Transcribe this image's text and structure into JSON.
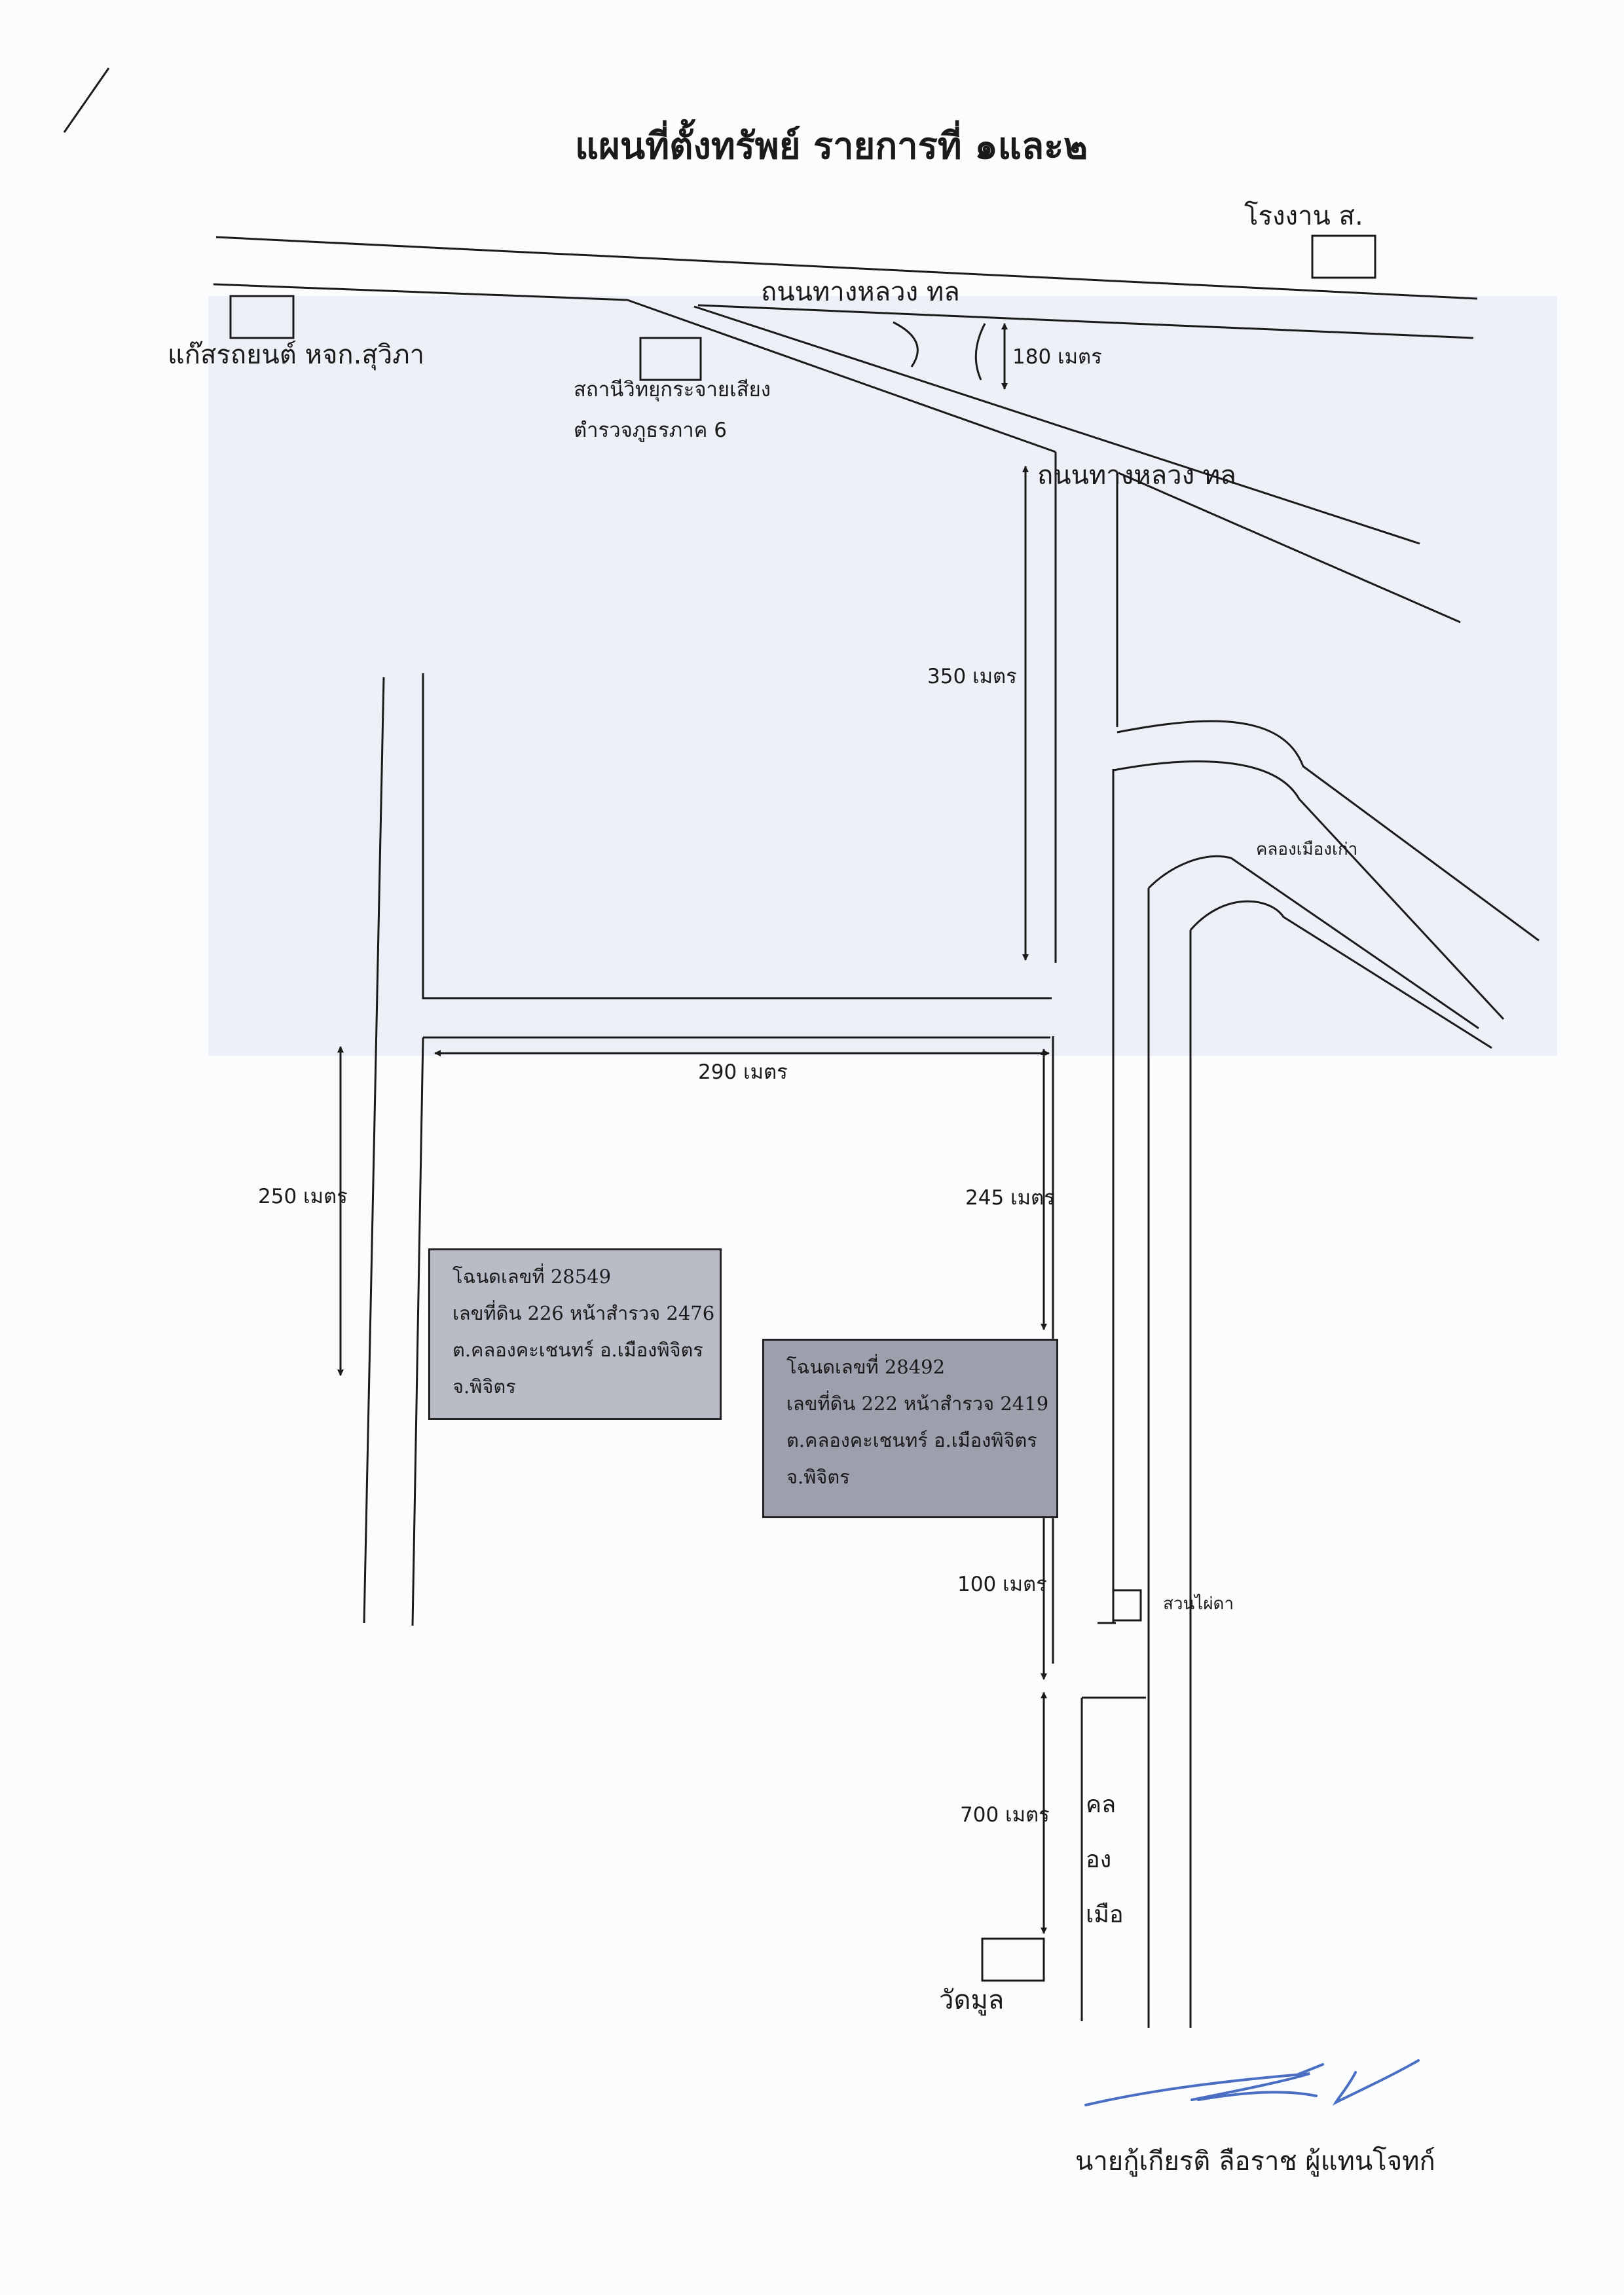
{
  "title": "แผนที่ตั้งทรัพย์ รายการที่ ๑และ๒",
  "labels": {
    "factory": "โรงงาน ส.",
    "highway_1": "ถนนทางหลวง ทล",
    "gas_shop": "แก๊สรถยนต์ หจก.สุวิภา",
    "radio_line1": "สถานีวิทยุกระจายเสียง",
    "radio_line2": "ตำรวจภูธรภาค 6",
    "highway_2": "ถนนทางหลวง ทล",
    "dist_180": "180 เมตร",
    "dist_350": "350 เมตร",
    "canal_old": "คลองเมืองเก่า",
    "dist_290": "290 เมตร",
    "dist_250": "250 เมตร",
    "dist_245": "245 เมตร",
    "dist_100": "100 เมตร",
    "dist_700": "700 เมตร",
    "orchard": "สวนไผ่ดา",
    "canal_v1": "คล",
    "canal_v2": "อง",
    "canal_v3": "เมือ",
    "temple": "วัดมูล"
  },
  "parcels": [
    {
      "line1": "โฉนดเลขที่ 28549",
      "line2": "เลขที่ดิน 226 หน้าสำรวจ 2476",
      "line3": "ต.คลองคะเชนทร์ อ.เมืองพิจิตร",
      "line4": "จ.พิจิตร"
    },
    {
      "line1": "โฉนดเลขที่ 28492",
      "line2": "เลขที่ดิน 222 หน้าสำรวจ 2419",
      "line3": "ต.คลองคะเชนทร์ อ.เมืองพิจิตร",
      "line4": "จ.พิจิตร"
    }
  ],
  "signature_caption": "นายกู้เกียรติ ลือราช ผู้แทนโจทก์",
  "colors": {
    "ink": "#1a1a1a",
    "parcel_1_fill": "#b9bcc7",
    "parcel_2_fill": "#9d9fad",
    "signature_ink": "#4a6fc2"
  }
}
